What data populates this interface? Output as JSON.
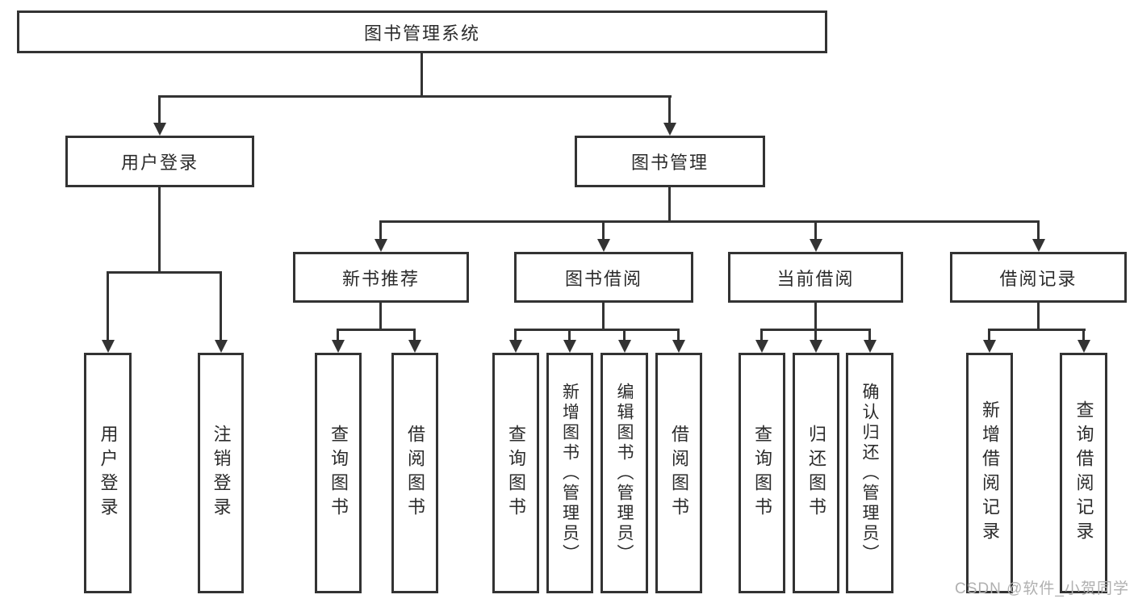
{
  "diagram": {
    "root": {
      "label": "图书管理系统"
    },
    "level2": {
      "user_login": {
        "label": "用户登录"
      },
      "book_mgmt": {
        "label": "图书管理"
      }
    },
    "level3": {
      "new_book_rec": {
        "label": "新书推荐"
      },
      "book_borrow": {
        "label": "图书借阅"
      },
      "current_borrow": {
        "label": "当前借阅"
      },
      "borrow_record": {
        "label": "借阅记录"
      }
    },
    "level4": {
      "user_login_leaf": {
        "label": "用户登录"
      },
      "logout_leaf": {
        "label": "注销登录"
      },
      "nb_query_book": {
        "label": "查询图书"
      },
      "nb_borrow_book": {
        "label": "借阅图书"
      },
      "bb_query_book": {
        "label": "查询图书"
      },
      "bb_add_book": {
        "label": "新增图书（管理员）"
      },
      "bb_edit_book": {
        "label": "编辑图书（管理员）"
      },
      "bb_borrow_book": {
        "label": "借阅图书"
      },
      "cb_query_book": {
        "label": "查询图书"
      },
      "cb_return_book": {
        "label": "归还图书"
      },
      "cb_confirm_return": {
        "label": "确认归还（管理员）"
      },
      "br_add_record": {
        "label": "新增借阅记录"
      },
      "br_query_record": {
        "label": "查询借阅记录"
      }
    }
  },
  "watermark": {
    "text": "CSDN @软件_小贺同学"
  },
  "colors": {
    "line": "#333333",
    "text": "#2b2b2b",
    "watermark": "#b0b0b0",
    "background": "#ffffff"
  }
}
